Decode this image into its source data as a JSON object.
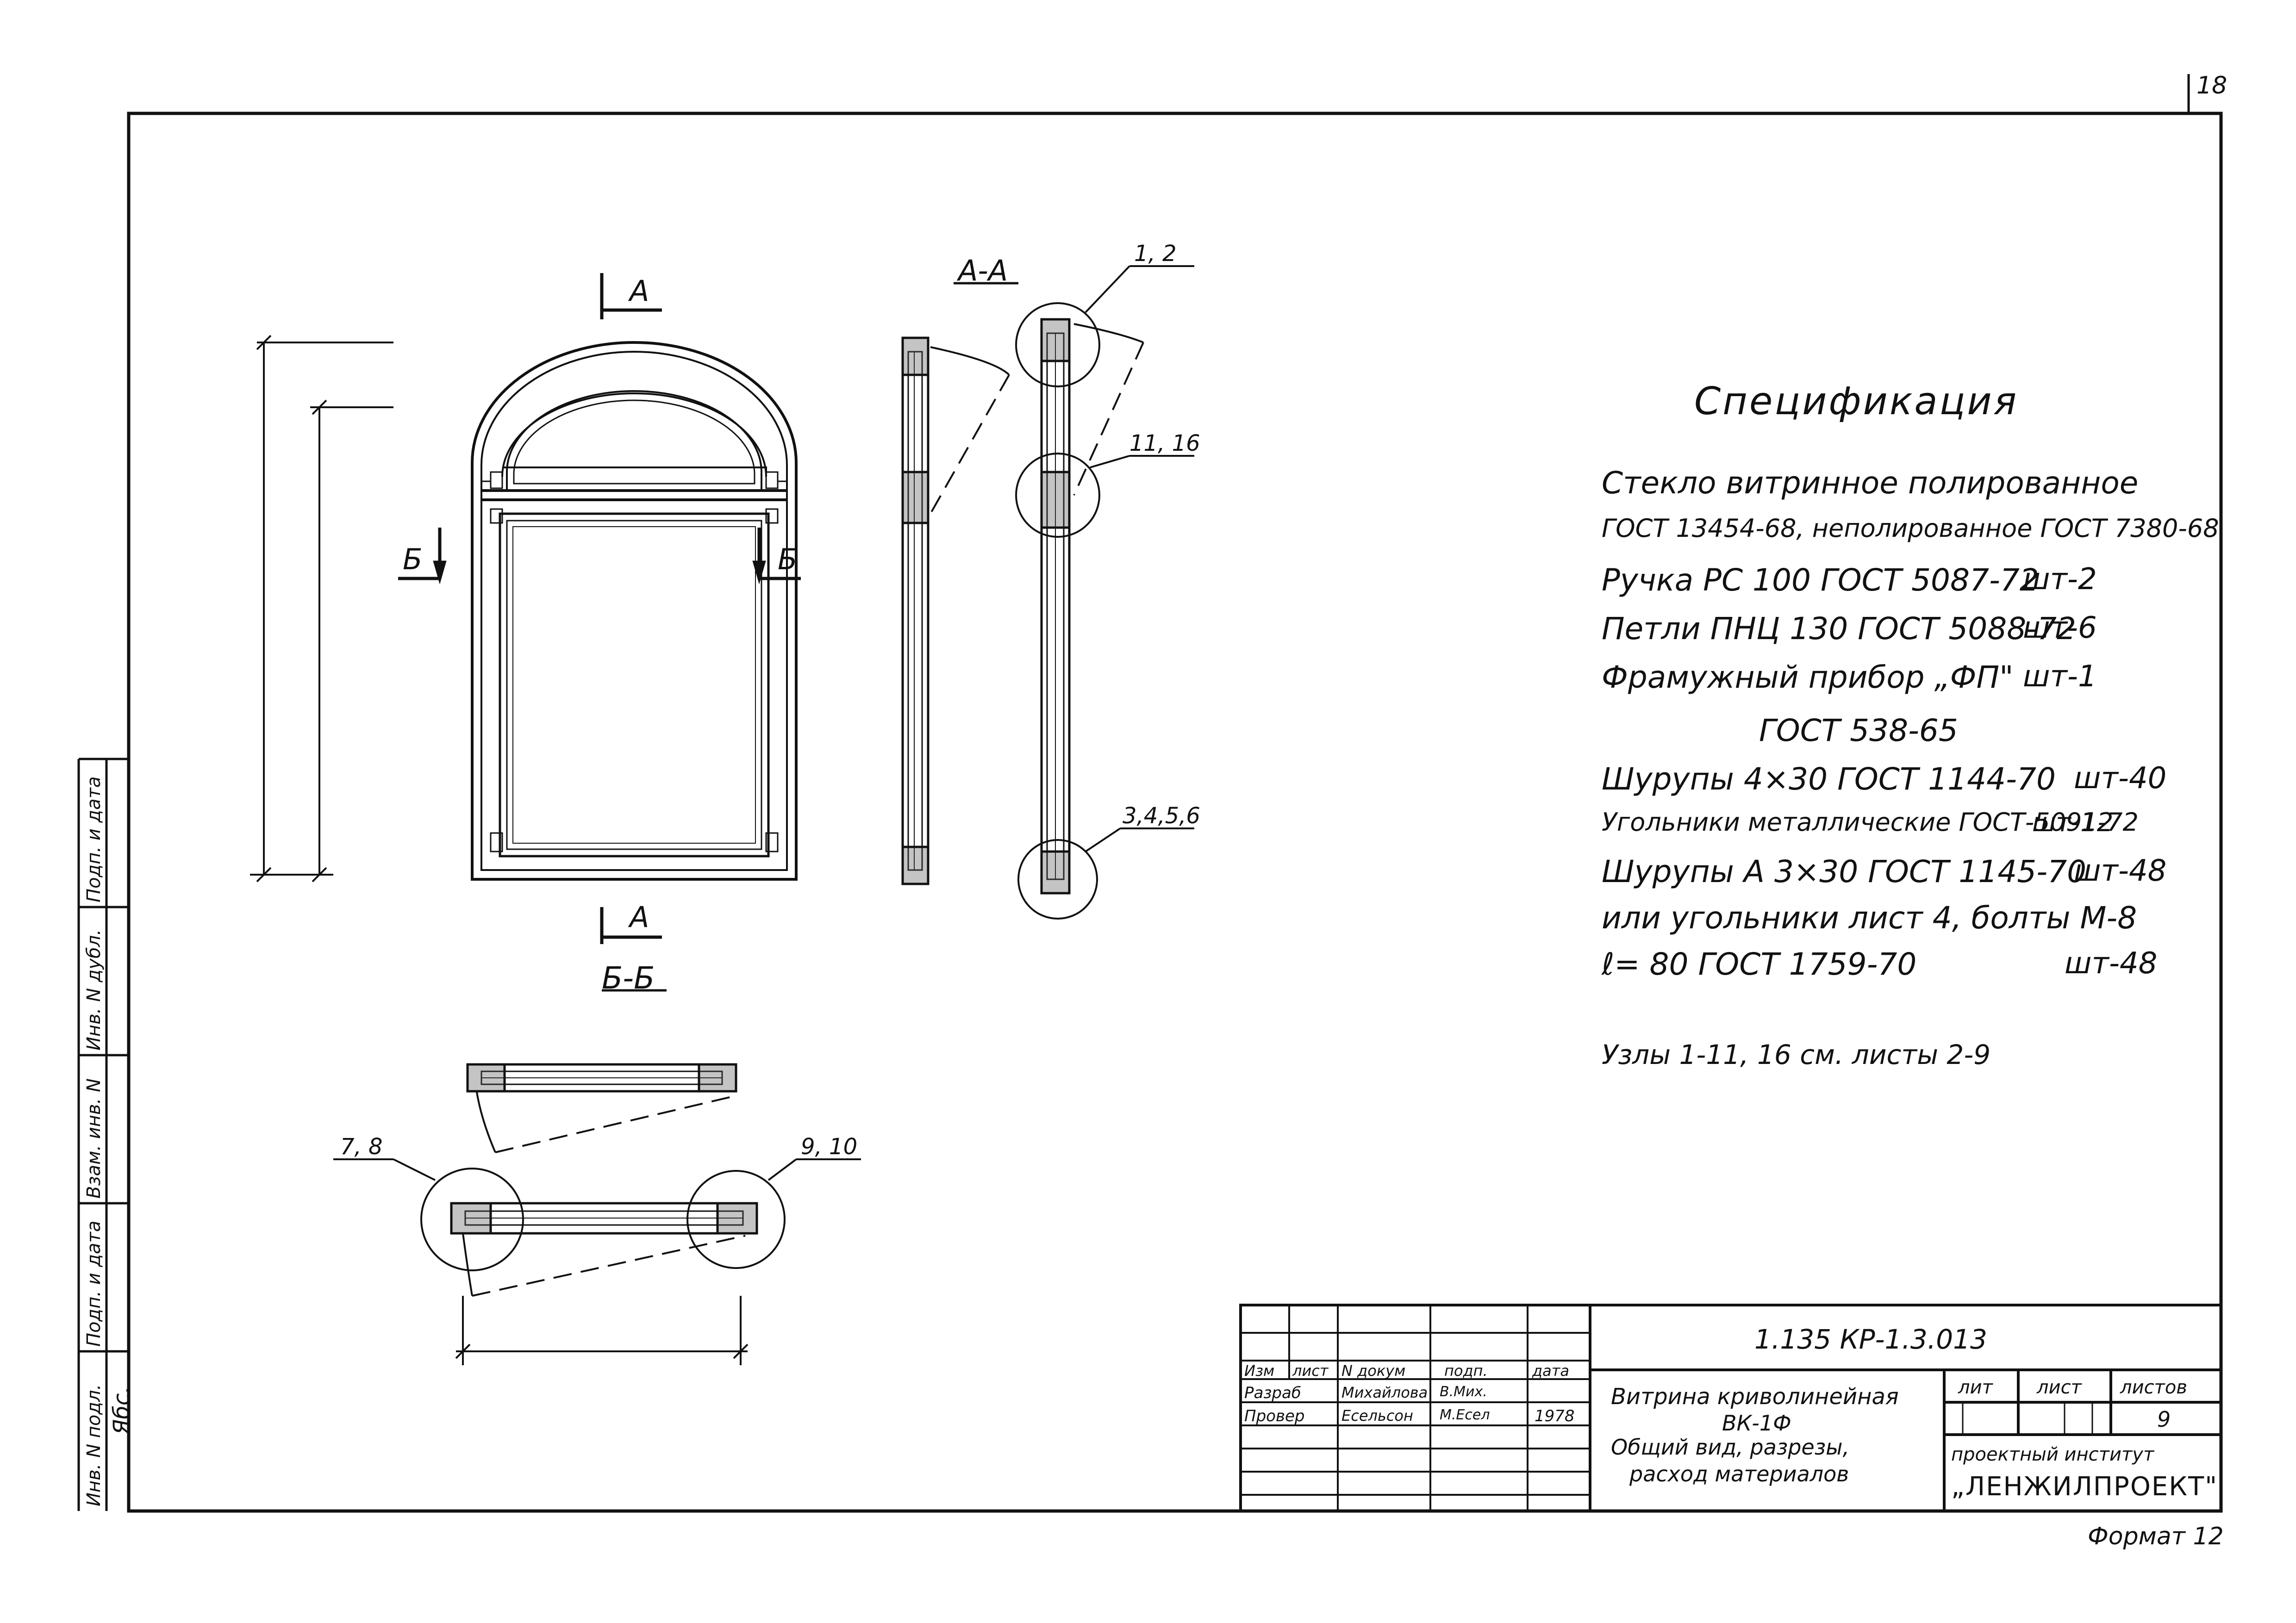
{
  "sheet_number": "18",
  "format_note": "Формат 12",
  "view_labels": {
    "section_aa": "А-А",
    "section_bb": "Б-Б",
    "cut_a_top": "А",
    "cut_a_bottom": "А",
    "cut_b_left": "Б",
    "cut_b_right": "Б"
  },
  "callouts": {
    "c12": "1, 2",
    "c1116": "11, 16",
    "c3456": "3,4,5,6",
    "c78": "7, 8",
    "c910": "9, 10"
  },
  "specification": {
    "title": "Спецификация",
    "lines": [
      {
        "text": "Стекло витринное полированное",
        "qty": ""
      },
      {
        "text": "ГОСТ 13454-68, неполированное ГОСТ 7380-68",
        "qty": ""
      },
      {
        "text": "Ручка РС 100  ГОСТ  5087-72",
        "qty": "шт-2"
      },
      {
        "text": "Петли  ПНЦ 130 ГОСТ 5088-72",
        "qty": "шт-6"
      },
      {
        "text": "Фрамужный прибор „ФП\"",
        "qty": "шт-1"
      },
      {
        "text": "ГОСТ  538-65",
        "qty": ""
      },
      {
        "text": "Шурупы  4×30 ГОСТ  1144-70",
        "qty": "шт-40"
      },
      {
        "text": "Угольники металлические ГОСТ-5091-72",
        "qty": "шт-12"
      },
      {
        "text": "Шурупы  А 3×30  ГОСТ   1145-70",
        "qty": "шт-48"
      },
      {
        "text": "или угольники лист 4, болты  М-8",
        "qty": ""
      },
      {
        "text": "ℓ= 80   ГОСТ    1759-70",
        "qty": "шт-48"
      }
    ],
    "nodes_note": "Узлы 1-11, 16 см. листы  2-9"
  },
  "title_block": {
    "doc_code": "1.135 КР-1.3.013",
    "headers": {
      "izm": "Изм",
      "list": "лист",
      "ndok": "N докум",
      "podp": "подп.",
      "data": "дата"
    },
    "rows": [
      {
        "role": "Разраб",
        "name": "Михайлова",
        "sign": "В.Мих.",
        "date": ""
      },
      {
        "role": "Провер",
        "name": "Есельсон",
        "sign": "М.Есел",
        "date": "1978"
      }
    ],
    "description": [
      "Витрина криволинейная",
      "ВК-1Ф",
      "Общий вид, разрезы,",
      "расход материалов"
    ],
    "lit_label": "лит",
    "list_label": "лист",
    "listov_label": "листов",
    "listov_value": "9",
    "institute_1": "проектный институт",
    "institute_2": "„ЛЕНЖИЛПРОЕКТ\""
  },
  "side_stamp": {
    "fields": [
      "Инв. N подл.",
      "Подп. и дата",
      "Взам. инв. N",
      "Инв. N дубл.",
      "Подп. и дата"
    ],
    "handwritten": "Ябс."
  }
}
